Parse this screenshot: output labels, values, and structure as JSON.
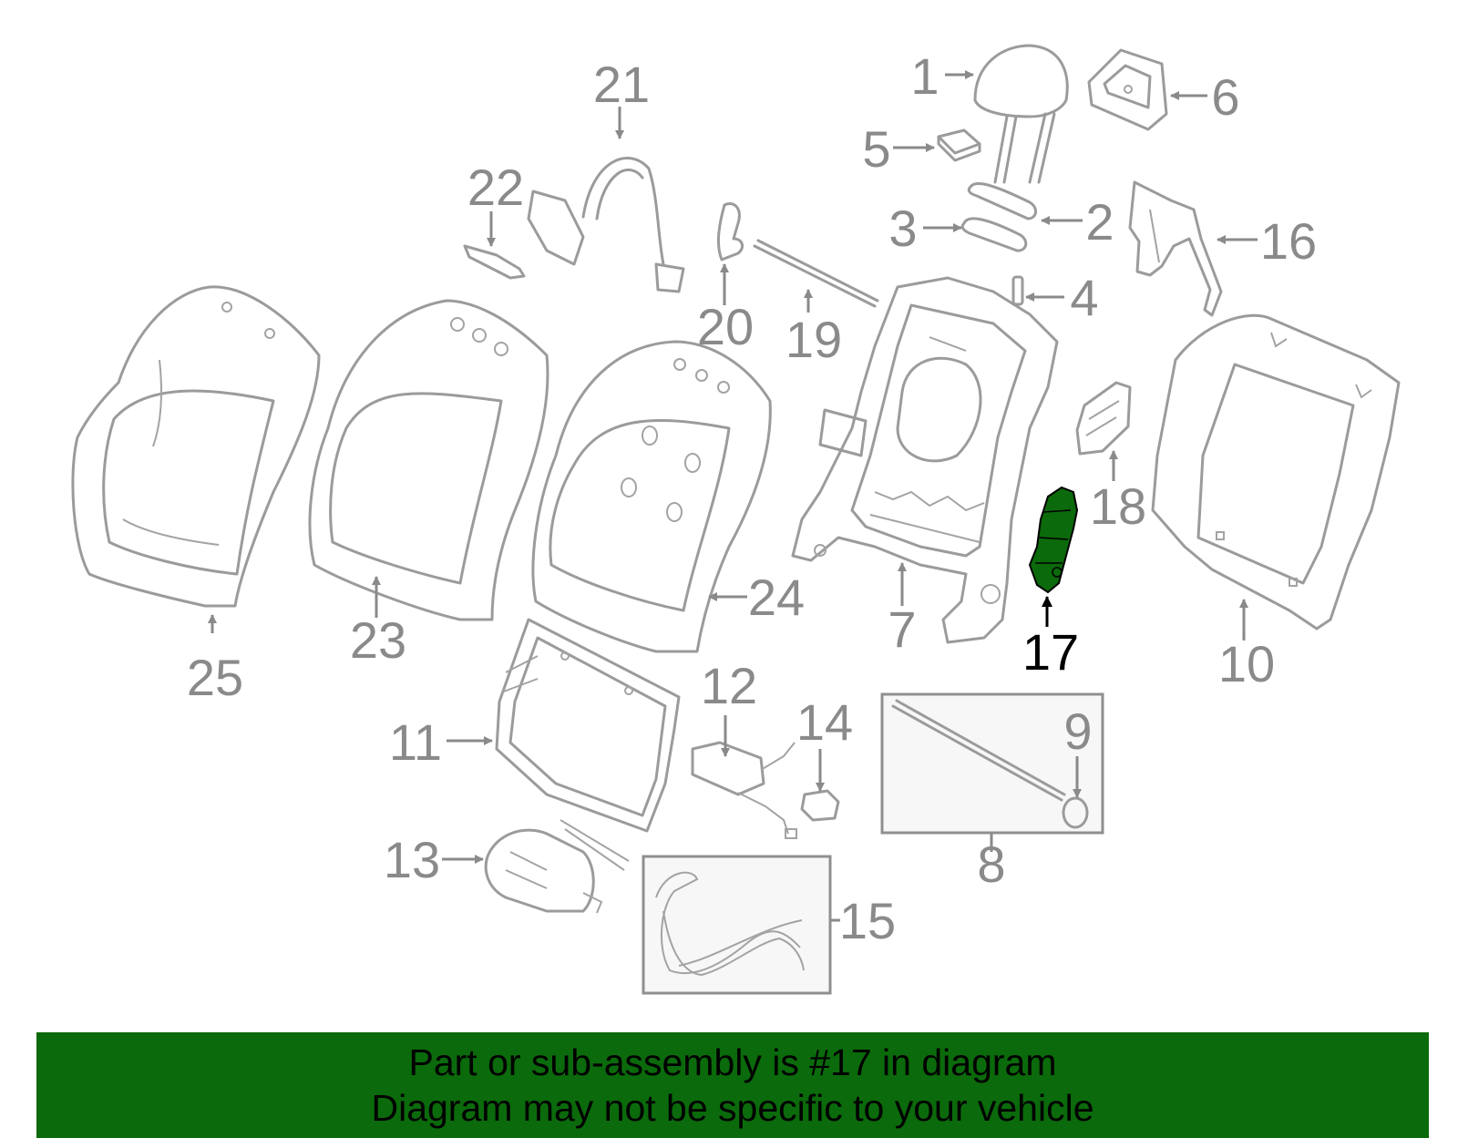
{
  "diagram": {
    "callouts": [
      "1",
      "2",
      "3",
      "4",
      "5",
      "6",
      "7",
      "8",
      "9",
      "10",
      "11",
      "12",
      "13",
      "14",
      "15",
      "16",
      "17",
      "18",
      "19",
      "20",
      "21",
      "22",
      "23",
      "24",
      "25"
    ],
    "highlighted_callout": "17",
    "highlight_color": "#0b6a0b"
  },
  "banner": {
    "line1": "Part or sub-assembly is #17 in diagram",
    "line2": "Diagram may not be specific to your vehicle",
    "background": "#0b6a0b"
  }
}
